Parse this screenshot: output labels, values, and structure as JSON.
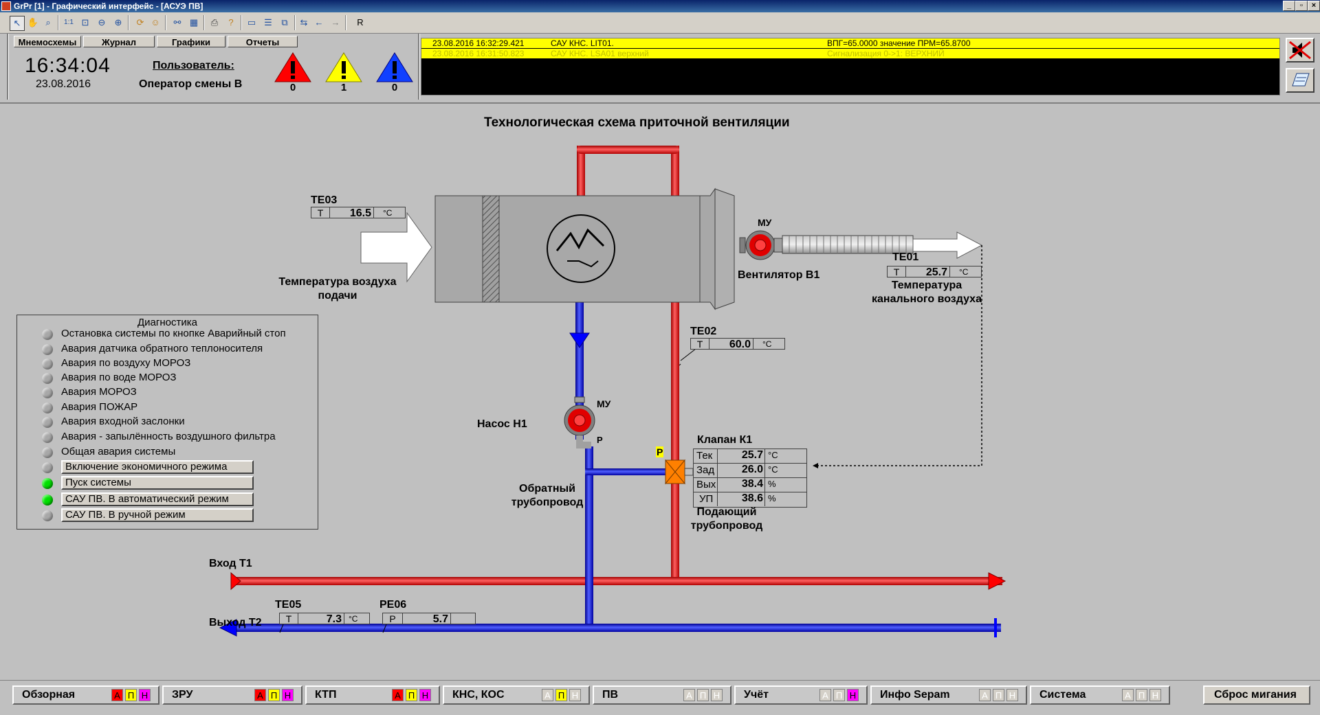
{
  "window": {
    "title": "GrPr [1] - Графический интерфейс - [АСУЭ ПВ]"
  },
  "toolbar": {
    "r_label": "R"
  },
  "nav": {
    "tabs": [
      "Мнемосхемы",
      "Журнал",
      "Графики",
      "Отчеты"
    ]
  },
  "header": {
    "time": "16:34:04",
    "date": "23.08.2016",
    "user_label": "Пользователь:",
    "user_value": "Оператор смены  В",
    "alarm_counts": {
      "red": "0",
      "yellow": "1",
      "blue": "0"
    }
  },
  "alarms": [
    {
      "time": "23.08.2016 16:32:29.421",
      "source": "САУ КНС. LIT01.",
      "message": "ВПГ=65.0000  значение ПРМ=65.8700",
      "style": "active"
    },
    {
      "time": "23.08.2016 16:31:50.823",
      "source": "САУ КНС. LSA01  верхний",
      "message": "Сигнализация  0->1:   ВЕРХНИЙ",
      "style": "inactive"
    }
  ],
  "scheme": {
    "title": "Технологическая схема приточной вентиляции",
    "te03": {
      "tag": "TE03",
      "type": "T",
      "value": "16.5",
      "unit": "°C"
    },
    "te01": {
      "tag": "TE01",
      "type": "T",
      "value": "25.7",
      "unit": "°C"
    },
    "te02": {
      "tag": "TE02",
      "type": "T",
      "value": "60.0",
      "unit": "°C"
    },
    "te05": {
      "tag": "TE05",
      "type": "T",
      "value": "7.3",
      "unit": "°C"
    },
    "pe06": {
      "tag": "PE06",
      "type": "P",
      "value": "5.7",
      "unit": ""
    },
    "supply_air_label_1": "Температура воздуха",
    "supply_air_label_2": "подачи",
    "duct_air_label_1": "Температура",
    "duct_air_label_2": "канального воздуха",
    "fan_label": "Вентилятор В1",
    "fan_mode": "МУ",
    "pump_label": "Насос Н1",
    "pump_mode": "МУ",
    "pump_p": "Р",
    "valve_label": "Клапан К1",
    "valve_p": "Р",
    "valve_table": [
      {
        "name": "Тек",
        "value": "25.7",
        "unit": "°C"
      },
      {
        "name": "Зад",
        "value": "26.0",
        "unit": "°C"
      },
      {
        "name": "Вых",
        "value": "38.4",
        "unit": "%"
      },
      {
        "name": "УП",
        "value": "38.6",
        "unit": "%"
      }
    ],
    "return_line_1": "Обратный",
    "return_line_2": "трубопровод",
    "supply_line_1": "Подающий",
    "supply_line_2": "трубопровод",
    "inlet_label": "Вход Т1",
    "outlet_label": "Выход Т2"
  },
  "diagnostics": {
    "title": "Диагностика",
    "items": [
      {
        "label": "Остановка системы по кнопке Аварийный стоп",
        "on": false,
        "button": false
      },
      {
        "label": "Авария датчика обратного теплоносителя",
        "on": false,
        "button": false
      },
      {
        "label": "Авария по воздуху МОРОЗ",
        "on": false,
        "button": false
      },
      {
        "label": "Авария по воде МОРОЗ",
        "on": false,
        "button": false
      },
      {
        "label": "Авария МОРОЗ",
        "on": false,
        "button": false
      },
      {
        "label": "Авария ПОЖАР",
        "on": false,
        "button": false
      },
      {
        "label": "Авария входной заслонки",
        "on": false,
        "button": false
      },
      {
        "label": "Авария - запылённость воздушного фильтра",
        "on": false,
        "button": false
      },
      {
        "label": "Общая авария системы",
        "on": false,
        "button": false
      },
      {
        "label": "Включение экономичного режима",
        "on": false,
        "button": true
      },
      {
        "label": "Пуск системы",
        "on": true,
        "button": true
      },
      {
        "label": "САУ ПВ. В автоматический режим",
        "on": true,
        "button": true
      },
      {
        "label": "САУ ПВ. В ручной режим",
        "on": false,
        "button": true
      }
    ]
  },
  "bottom": {
    "groups": [
      {
        "name": "Обзорная",
        "a": "red",
        "p": "yel",
        "n": "mag"
      },
      {
        "name": "ЗРУ",
        "a": "red",
        "p": "yel",
        "n": "mag"
      },
      {
        "name": "КТП",
        "a": "red",
        "p": "yel",
        "n": "mag"
      },
      {
        "name": "КНС, КОС",
        "a": "off",
        "p": "yel",
        "n": "off"
      },
      {
        "name": "ПВ",
        "a": "off",
        "p": "off",
        "n": "off"
      },
      {
        "name": "Учёт",
        "a": "off",
        "p": "off",
        "n": "mag"
      },
      {
        "name": "Инфо Sepam",
        "a": "off",
        "p": "off",
        "n": "off"
      },
      {
        "name": "Система",
        "a": "off",
        "p": "off",
        "n": "off"
      }
    ],
    "apn": [
      "А",
      "П",
      "Н"
    ],
    "reset_label": "Сброс мигания"
  },
  "colors": {
    "hot": "#ff0000",
    "cold": "#0000ff",
    "background": "#c0c0c0",
    "alarm_text": "#000000",
    "alarm_bg": "#ffff00"
  }
}
